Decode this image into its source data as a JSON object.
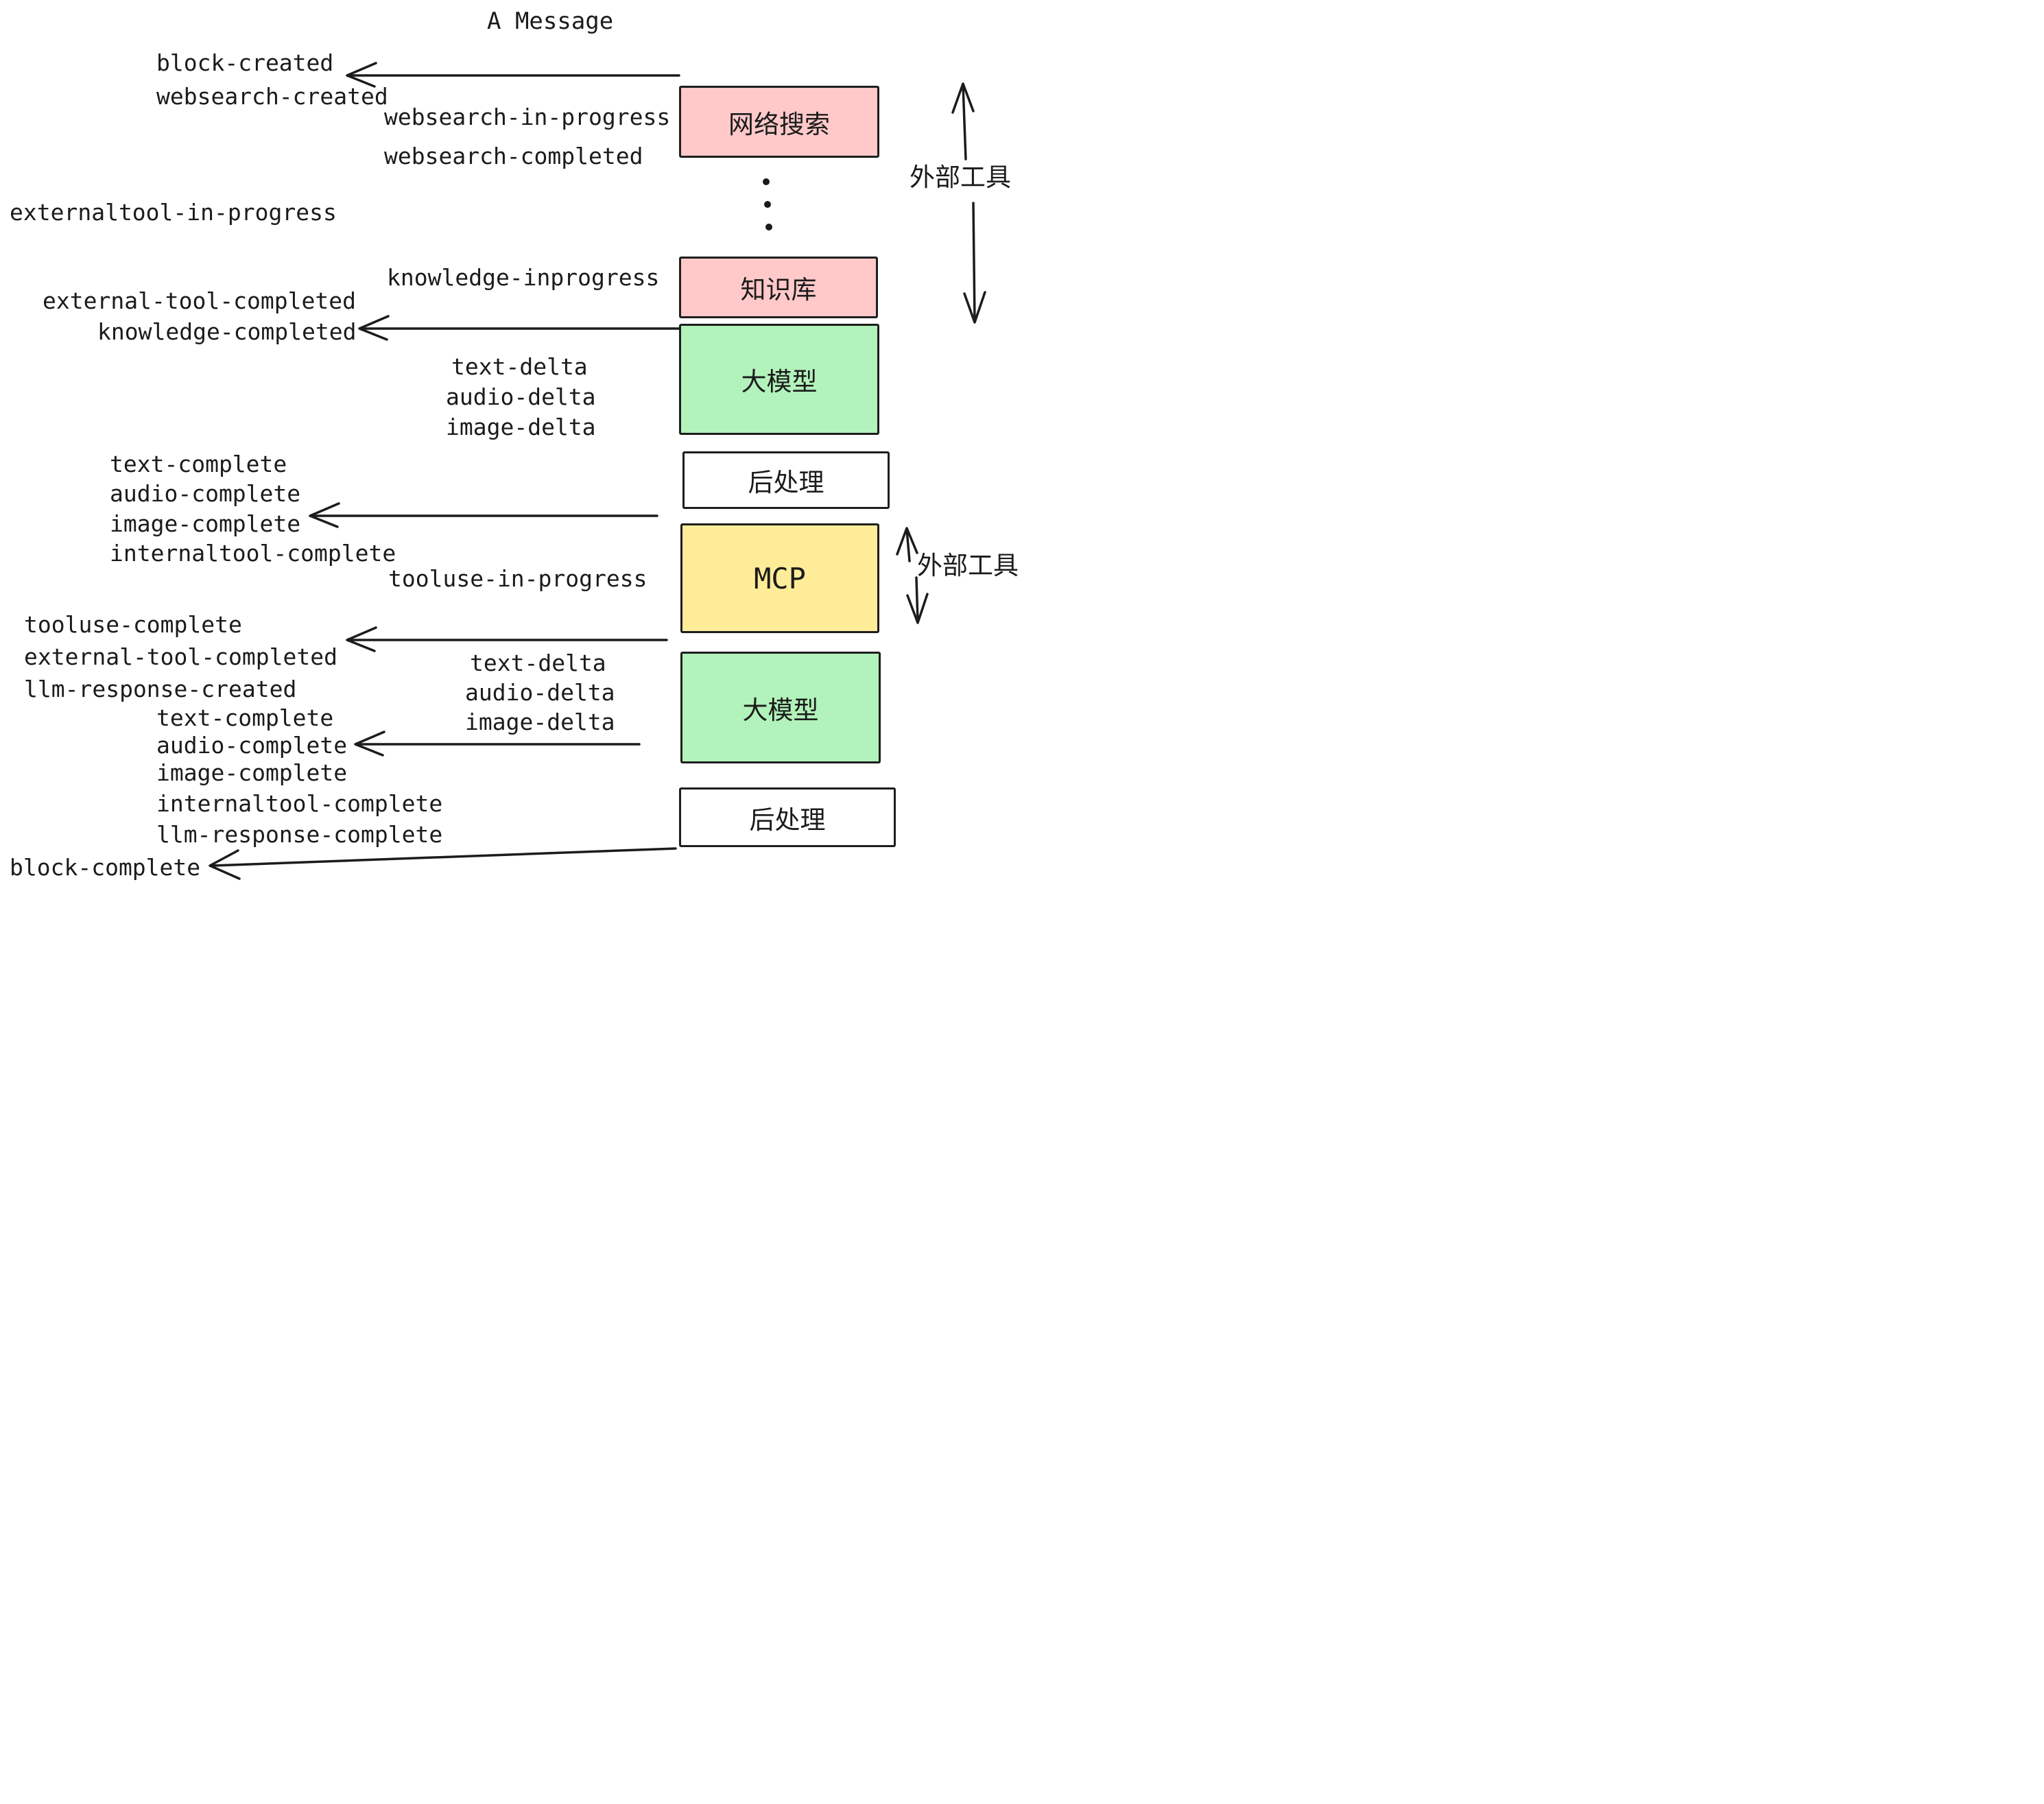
{
  "title": "A Message",
  "colors": {
    "ink": "#1b1b1b",
    "box_border": "#1e1e1e",
    "pink": "#ffc9c9",
    "green": "#b2f2bb",
    "yellow": "#ffec99",
    "white": "#ffffff"
  },
  "boxes": [
    {
      "id": "websearch",
      "label": "网络搜索",
      "color": "#ffc9c9"
    },
    {
      "id": "knowledge",
      "label": "知识库",
      "color": "#ffc9c9"
    },
    {
      "id": "llm-1",
      "label": "大模型",
      "color": "#b2f2bb"
    },
    {
      "id": "post-1",
      "label": "后处理",
      "color": "#ffffff"
    },
    {
      "id": "mcp",
      "label": "MCP",
      "color": "#ffec99"
    },
    {
      "id": "llm-2",
      "label": "大模型",
      "color": "#b2f2bb"
    },
    {
      "id": "post-2",
      "label": "后处理",
      "color": "#ffffff"
    }
  ],
  "side_labels": [
    {
      "id": "external-tools-top",
      "text": "外部工具"
    },
    {
      "id": "external-tools-mid",
      "text": "外部工具"
    }
  ],
  "events": {
    "block_created": "block-created",
    "websearch_created": "websearch-created",
    "websearch_in_progress": "websearch-in-progress",
    "websearch_completed": "websearch-completed",
    "externaltool_in_progress": "externaltool-in-progress",
    "knowledge_inprogress": "knowledge-inprogress",
    "external_tool_completed_1": "external-tool-completed",
    "knowledge_completed": "knowledge-completed",
    "text_delta_1": "text-delta",
    "audio_delta_1": "audio-delta",
    "image_delta_1": "image-delta",
    "text_complete_1": "text-complete",
    "audio_complete_1": "audio-complete",
    "image_complete_1": "image-complete",
    "internaltool_complete_1": "internaltool-complete",
    "tooluse_in_progress": "tooluse-in-progress",
    "tooluse_complete": "tooluse-complete",
    "external_tool_completed_2": "external-tool-completed",
    "llm_response_created": "llm-response-created",
    "text_complete_2": "text-complete",
    "audio_complete_2": "audio-complete",
    "image_complete_2": "image-complete",
    "internaltool_complete_2": "internaltool-complete",
    "llm_response_complete": "llm-response-complete",
    "text_delta_2": "text-delta",
    "audio_delta_2": "audio-delta",
    "image_delta_2": "image-delta",
    "block_complete": "block-complete"
  }
}
